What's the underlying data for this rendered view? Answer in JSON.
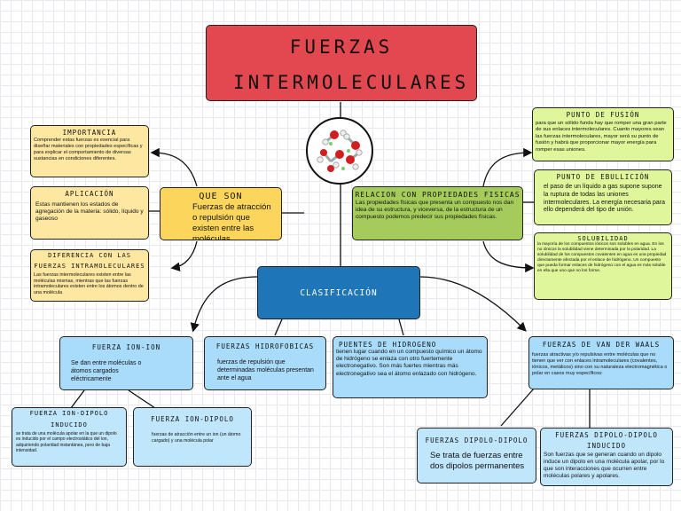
{
  "title": "FUERZAS INTERMOLECULARES",
  "colors": {
    "red": "#e2484f",
    "yellow": "#fcd65c",
    "lightyellow": "#fde7a1",
    "green": "#a5cc5a",
    "lightgreen": "#dff79a",
    "blue": "#1e75b8",
    "lightblue": "#a9dcfb",
    "paleblue": "#bfe6fb"
  },
  "molecule_icon": "water-molecule-icon",
  "que_son": {
    "title": "QUE SON",
    "text": "Fuerzas de atracción o repulsión que existen entre las moléculas."
  },
  "importancia": {
    "title": "IMPORTANCIA",
    "text": "Comprender estas fuerzas es esencial para diseñar materiales con propiedades específicas y para explicar el comportamiento de diversas sustancias en condiciones diferentes."
  },
  "aplicacion": {
    "title": "APLICACIÓN",
    "text": "Estas mantienen los estados de agregación de la materia: sólido, líquido y gaseoso"
  },
  "diferencia": {
    "title": "DIFERENCIA CON LAS FUERZAS INTRAMOLECULARES",
    "text": "Las fuerzas intermoleculares existen entre las moléculas mismas, mientras que las fuerzas intramoleculares existen entre los átomos dentro de una molécula"
  },
  "relacion": {
    "title": "RELACION CON PROPIEDADES FISICAS",
    "text": "Las propiedades físicas que presenta un compuesto nos dan idea de su estructura, y viceversa, de la estructura de un compuesto podemos predecir sus propiedades físicas."
  },
  "fusion": {
    "title": "PUNTO DE FUSIÓN",
    "text": "para que un sólido funda hay que romper una gran parte de sus enlaces intermoleculares. Cuanto mayores sean las fuerzas intermoleculares, mayor será su punto de fusión y habrá que proporcionar mayor energía para romper esas uniones."
  },
  "ebullicion": {
    "title": "PUNTO DE EBULLICIÓN",
    "text": "el paso de un líquido a gas supone supone la ruptura de todas las uniones intermoleculares. La energía necesaria para ello dependerá del tipo de unión."
  },
  "solubilidad": {
    "title": "SOLUBILIDAD",
    "text": "la mayoría de los compuestos iónicos son solubles en agua. En los no iónicos la solubilidad viene determinada por la polaridad. La solubilidad de los compuestos covalentes en agua es una propiedad directamente afectada por el enlace de hidrógeno. Un compuesto que pueda formar enlaces de hidrógeno con el agua es más soluble en ella que uno que no los forme."
  },
  "clasificacion": {
    "title": "CLASIFICACIÓN"
  },
  "ion_ion": {
    "title": "FUERZA ION-ION",
    "text": "Se dan entre moléculas o átomos cargados eléctricamente"
  },
  "hidrofobicas": {
    "title": "FUERZAS HIDROFOBICAS",
    "text": "fuerzas de repulsión que determinadas moléculas presentan ante el agua"
  },
  "hidrogeno": {
    "title": "PUENTES DE HIDROGENO",
    "text": "tienen lugar cuando en un compuesto químico un átomo de hidrógeno se enlaza con otro fuertemente electronegativo. Son más fuertes mientras más electronegativo sea el átomo enlazado con hidrógeno."
  },
  "van_der_waals": {
    "title": "FUERZAS DE VAN DER WAALS",
    "text": "fuerzas atractivas y/o repulsivas entre moléculas que no tienen que ver con enlaces intramoleculares (covalentes, iónicos, metálicos) sino con su naturaleza electromagnética o polar en casos muy específicos:"
  },
  "ion_dipolo_inducido": {
    "title": "FUERZA ION-DIPOLO INDUCIDO",
    "text": "se trata de una molécula apolar en la que un dipolo es inducido por el campo electrostático del ion, adquiriendo polaridad instantánea, pero de baja intensidad."
  },
  "ion_dipolo": {
    "title": "FUERZA ION-DIPOLO",
    "text": "fuerzas de atracción entre un ion (un átomo cargado) y una molécula polar"
  },
  "dipolo_dipolo": {
    "title": "FUERZAS DIPOLO-DIPOLO",
    "text": "Se trata de fuerzas entre dos dipolos permanentes"
  },
  "dipolo_inducido": {
    "title": "FUERZAS DIPOLO-DIPOLO INDUCIDO",
    "text": "Son fuerzas que se generan cuando un dipolo induce un dipolo en una molécula apolar, por lo que son interacciones que ocurren entre moléculas polares y apolares."
  }
}
